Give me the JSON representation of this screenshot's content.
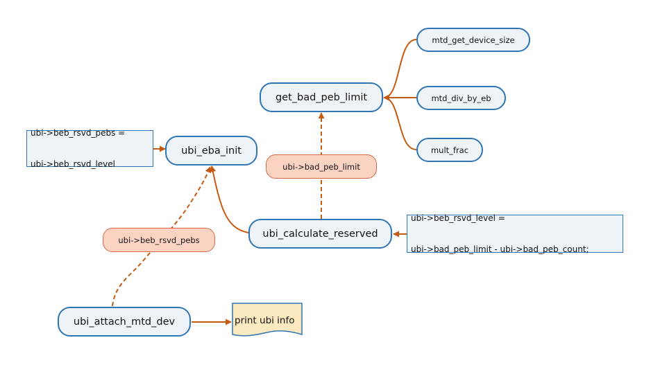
{
  "nodes": {
    "get_bad_peb_limit": "get_bad_peb_limit",
    "mtd_get_device_size": "mtd_get_device_size",
    "mtd_div_by_eb": "mtd_div_by_eb",
    "mult_frac": "mult_frac",
    "ubi_eba_init": "ubi_eba_init",
    "ubi_calculate_reserved": "ubi_calculate_reserved",
    "ubi_attach_mtd_dev": "ubi_attach_mtd_dev"
  },
  "notes": {
    "bad_peb_limit": "ubi->bad_peb_limit",
    "beb_rsvd_pebs": "ubi->beb_rsvd_pebs"
  },
  "code_boxes": {
    "eba_assign": {
      "line1": "ubi->beb_rsvd_pebs =",
      "line2": "ubi->beb_rsvd_level"
    },
    "reserved_assign": {
      "line1": "ubi->beb_rsvd_level =",
      "line2": "ubi->bad_peb_limit - ubi->bad_peb_count;"
    }
  },
  "document": {
    "label": "print ubi info"
  },
  "colors": {
    "node_fill": "#eef3f8",
    "node_border": "#2e75b6",
    "note_fill": "#fbd3c3",
    "arrow": "#c55a11",
    "document_fill": "#fde9c0"
  }
}
